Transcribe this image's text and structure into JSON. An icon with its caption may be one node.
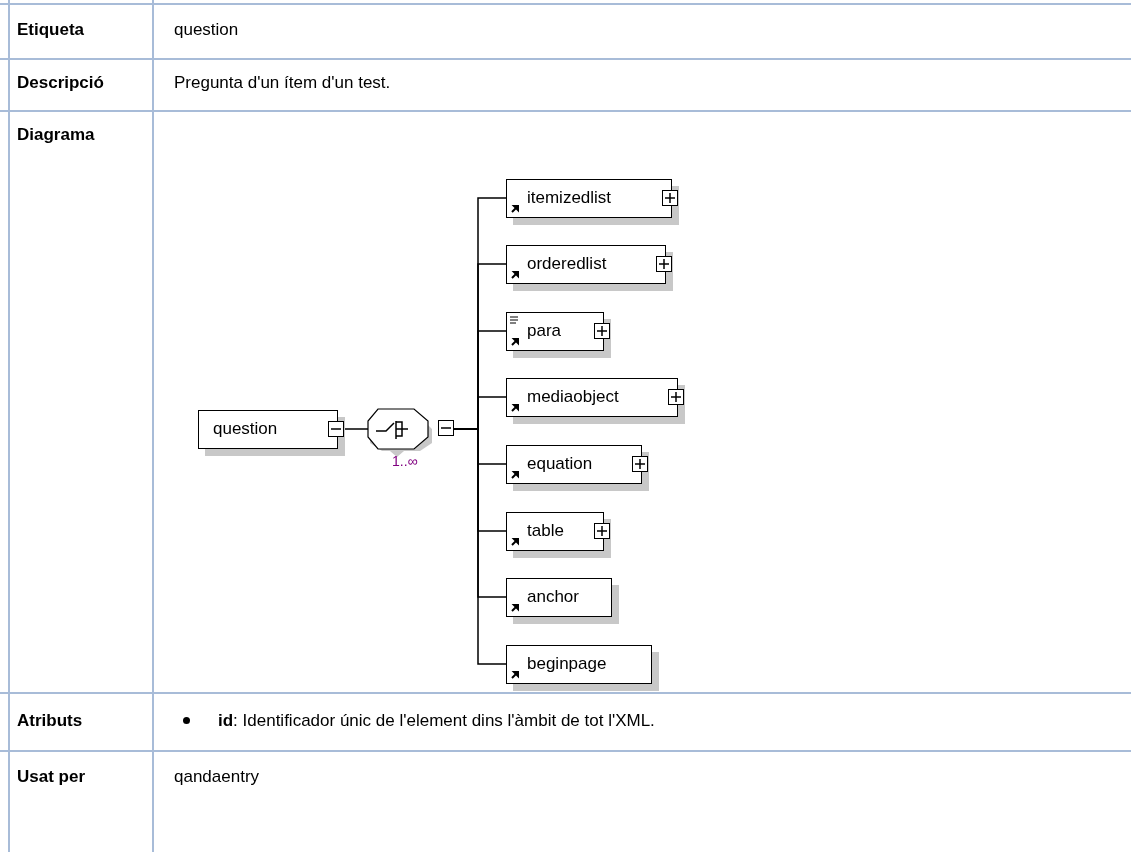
{
  "diagram": {
    "nodes": [
      {
        "text": [
          "question"
        ]
      },
      {
        "text": [],
        "shape": "octagon",
        "beside": [
          "1..∞"
        ]
      },
      {
        "text": [
          "itemizedlist"
        ]
      },
      {
        "text": [
          "orderedlist"
        ]
      },
      {
        "text": [
          "para"
        ]
      },
      {
        "text": [
          "mediaobject"
        ]
      },
      {
        "text": [
          "equation"
        ]
      },
      {
        "text": [
          "table"
        ]
      },
      {
        "text": [
          "anchor"
        ]
      },
      {
        "text": [
          "beginpage"
        ]
      }
    ],
    "edges": [
      {
        "from": 0,
        "to": 1,
        "arrow": "none"
      },
      {
        "from": 1,
        "to": 2,
        "arrow": "none"
      },
      {
        "from": 1,
        "to": 3,
        "arrow": "none"
      },
      {
        "from": 1,
        "to": 4,
        "arrow": "none"
      },
      {
        "from": 1,
        "to": 5,
        "arrow": "none"
      },
      {
        "from": 1,
        "to": 6,
        "arrow": "none"
      },
      {
        "from": 1,
        "to": 7,
        "arrow": "none"
      },
      {
        "from": 1,
        "to": 8,
        "arrow": "none"
      },
      {
        "from": 1,
        "to": 9,
        "arrow": "none"
      }
    ],
    "labels": [
      "Etiqueta",
      "question",
      "Descripció",
      "Pregunta d'un ítem d'un test.",
      "Diagrama",
      "Atributs",
      "**id**: Identificador únic de l'element dins l'àmbit de tot l'XML.",
      "Usat per",
      "qandaentry"
    ]
  }
}
